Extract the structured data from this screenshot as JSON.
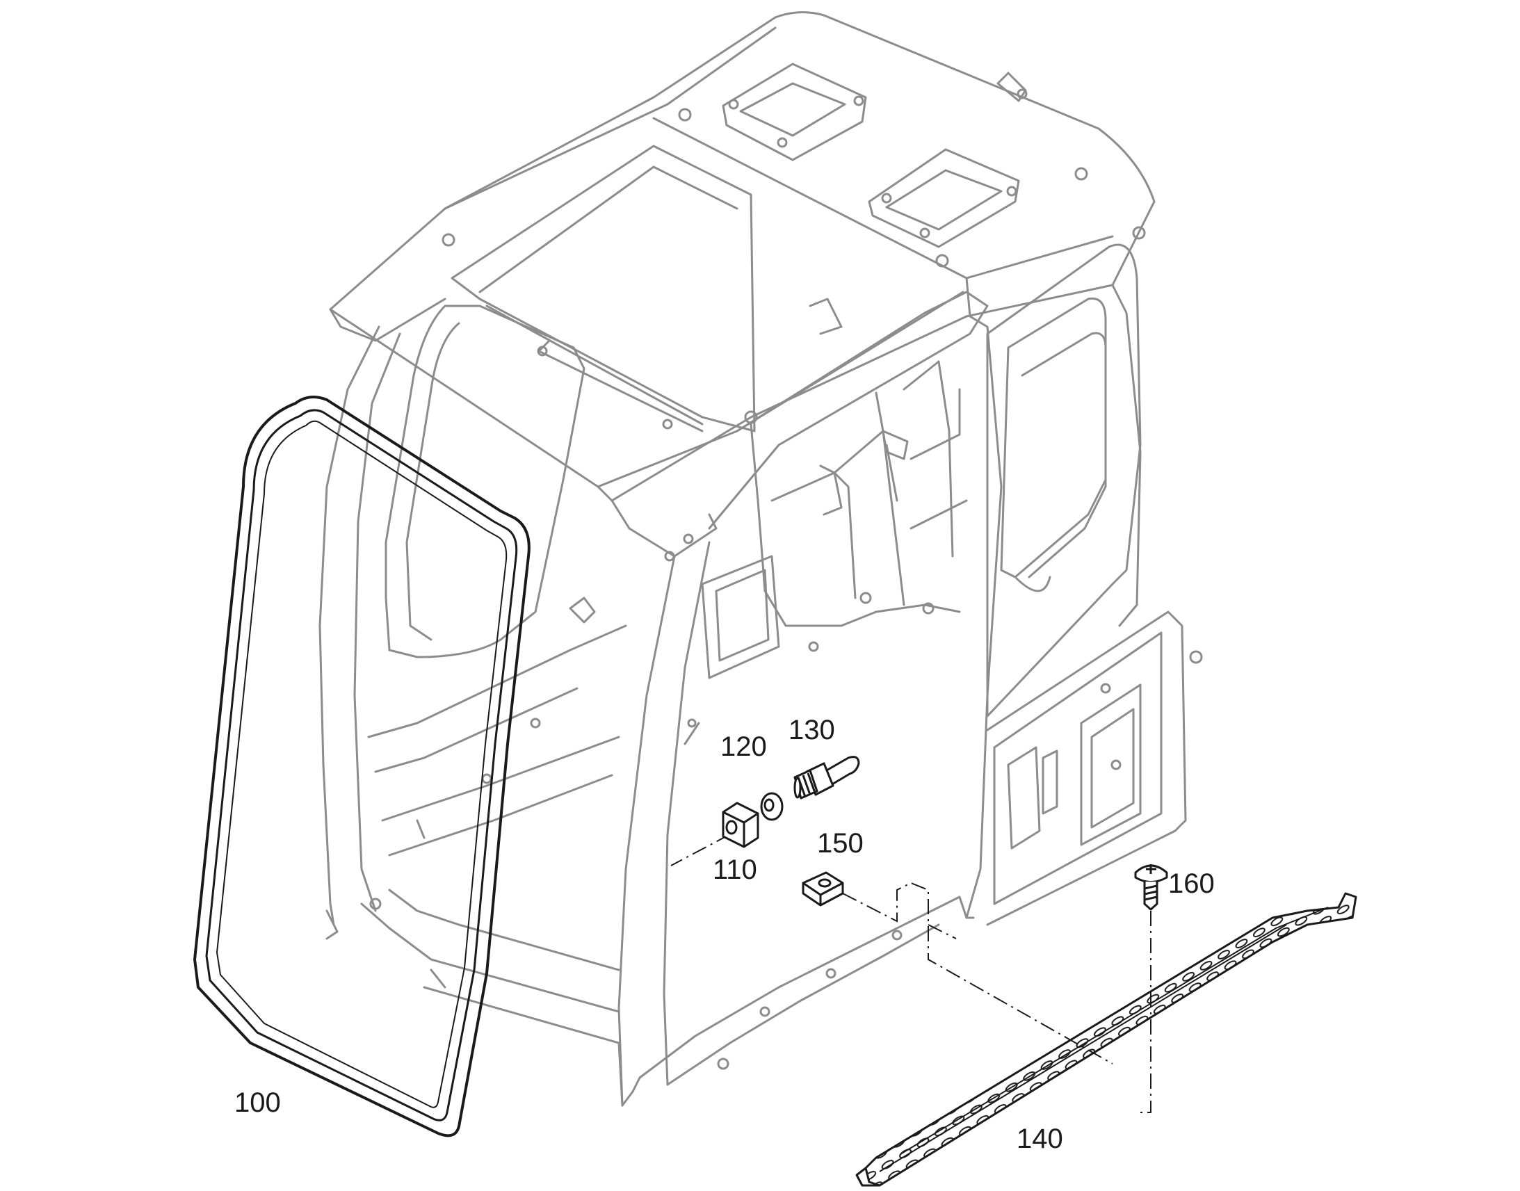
{
  "diagram": {
    "colors": {
      "background": "#ffffff",
      "line": "#8c8c8c",
      "dark_line": "#1a1a1a"
    },
    "callouts": [
      {
        "id": "100",
        "text": "100"
      },
      {
        "id": "110",
        "text": "110"
      },
      {
        "id": "120",
        "text": "120"
      },
      {
        "id": "130",
        "text": "130"
      },
      {
        "id": "140",
        "text": "140"
      },
      {
        "id": "150",
        "text": "150"
      },
      {
        "id": "160",
        "text": "160"
      }
    ]
  }
}
